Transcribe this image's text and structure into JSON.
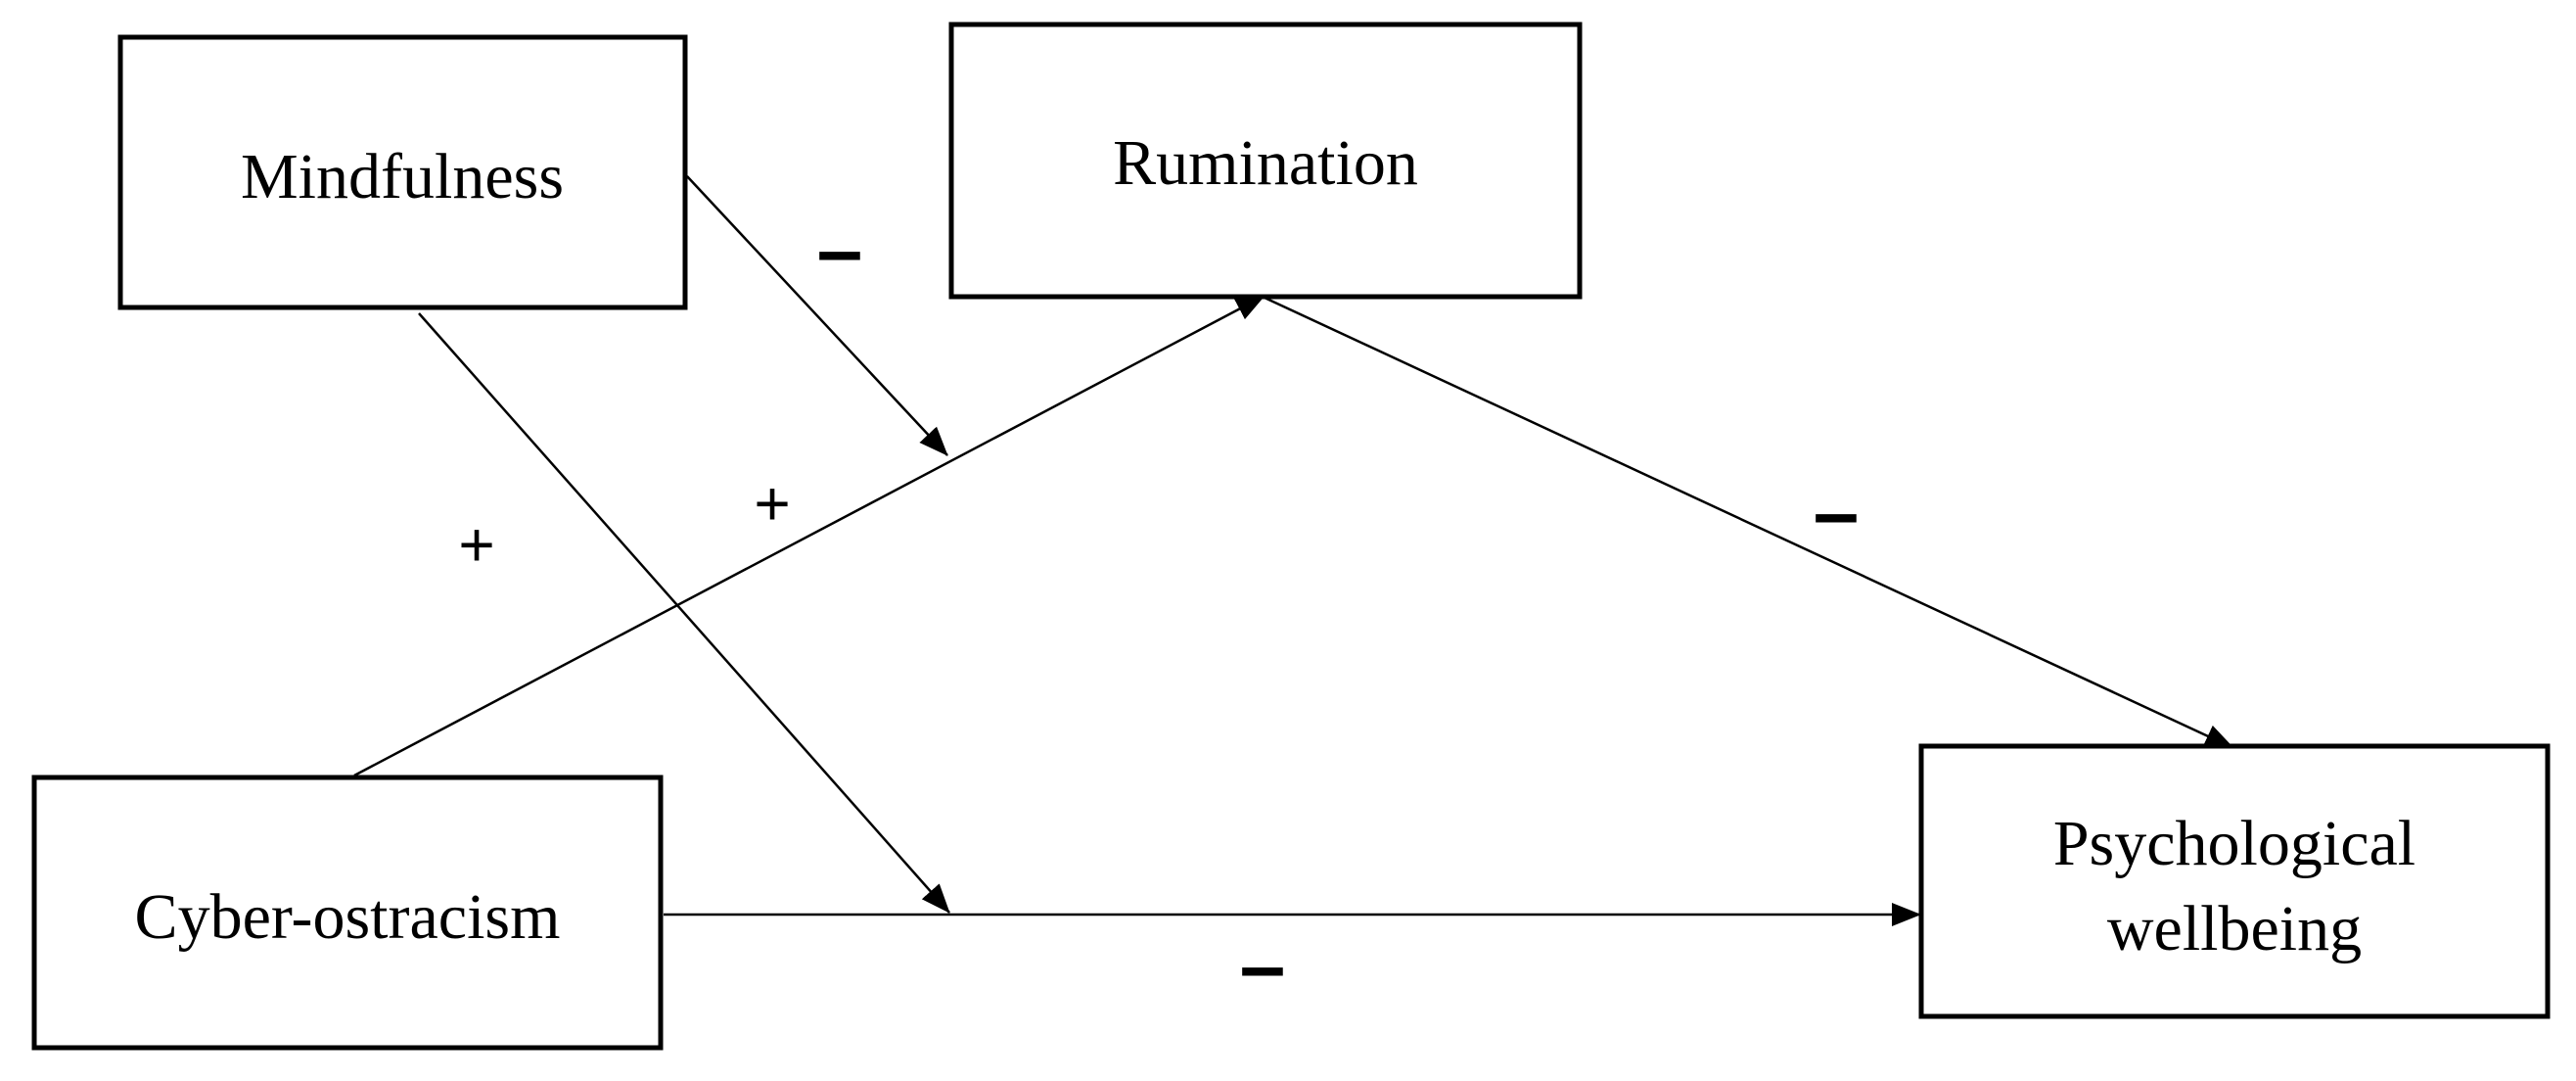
{
  "nodes": {
    "mindfulness": {
      "label": "Mindfulness"
    },
    "rumination": {
      "label": "Rumination"
    },
    "cyber_ostracism": {
      "label": "Cyber-ostracism"
    },
    "wellbeing": {
      "line1": "Psychological",
      "line2": "wellbeing"
    }
  },
  "edges": {
    "mindfulness_moderates_rumination_path": {
      "sign": "–"
    },
    "mindfulness_moderates_direct_path": {
      "sign": "+"
    },
    "cyber_ostracism_to_rumination": {
      "sign": "+"
    },
    "rumination_to_wellbeing": {
      "sign": "–"
    },
    "cyber_ostracism_to_wellbeing": {
      "sign": "–"
    }
  },
  "colors": {
    "stroke": "#000000",
    "background": "#ffffff"
  }
}
